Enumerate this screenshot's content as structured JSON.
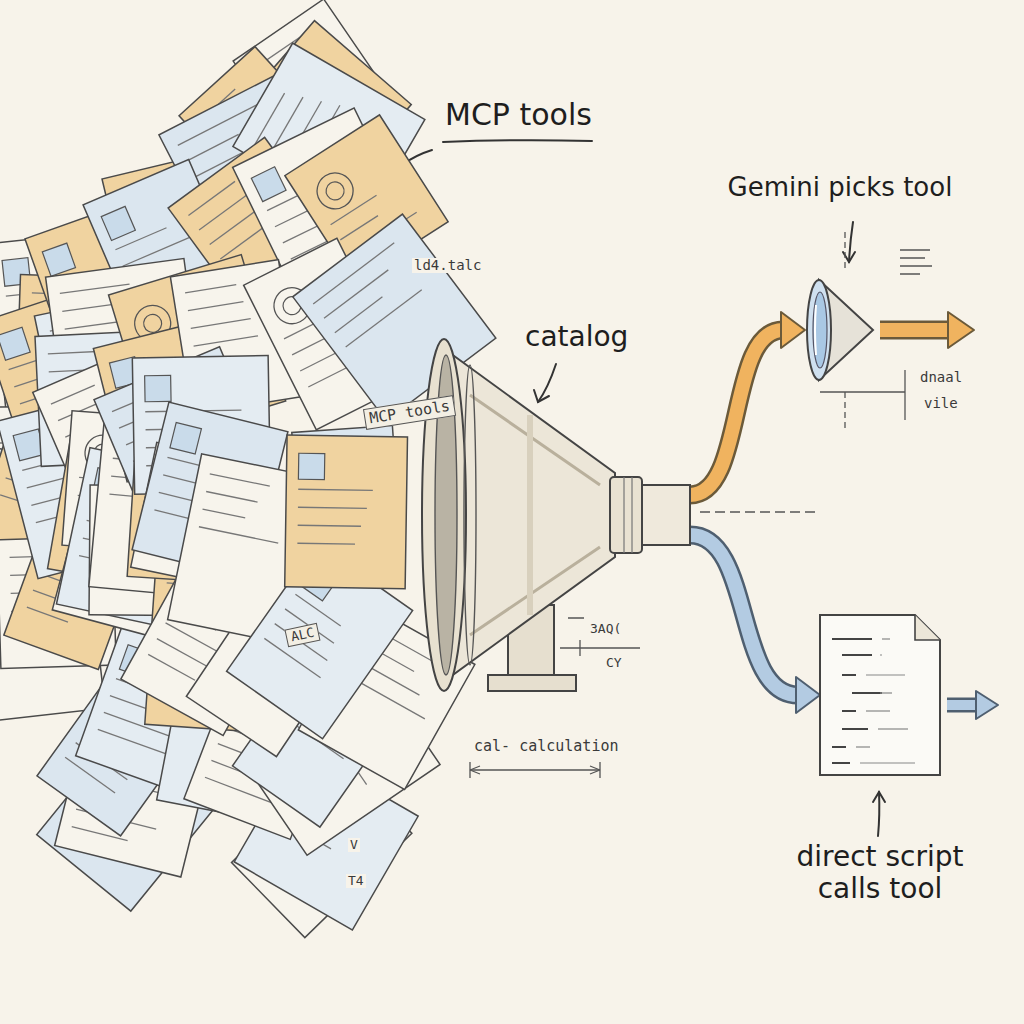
{
  "diagram": {
    "nodes": [
      {
        "text": [
          "MCP tools"
        ]
      },
      {
        "text": [
          "catalog"
        ]
      },
      {
        "text": [
          "Gemini picks tool"
        ]
      },
      {
        "text": [
          "direct script calls tool"
        ]
      }
    ],
    "edges": [
      {
        "from": 1,
        "to": 2,
        "arrow": "to"
      },
      {
        "from": 1,
        "to": 3,
        "arrow": "to"
      }
    ],
    "labels": [
      "ld4.talc",
      "MCP tools",
      "ALC",
      "cal- calculation",
      "3AQ(",
      "CY",
      "dnaal",
      "vile",
      "V",
      "T4"
    ]
  }
}
